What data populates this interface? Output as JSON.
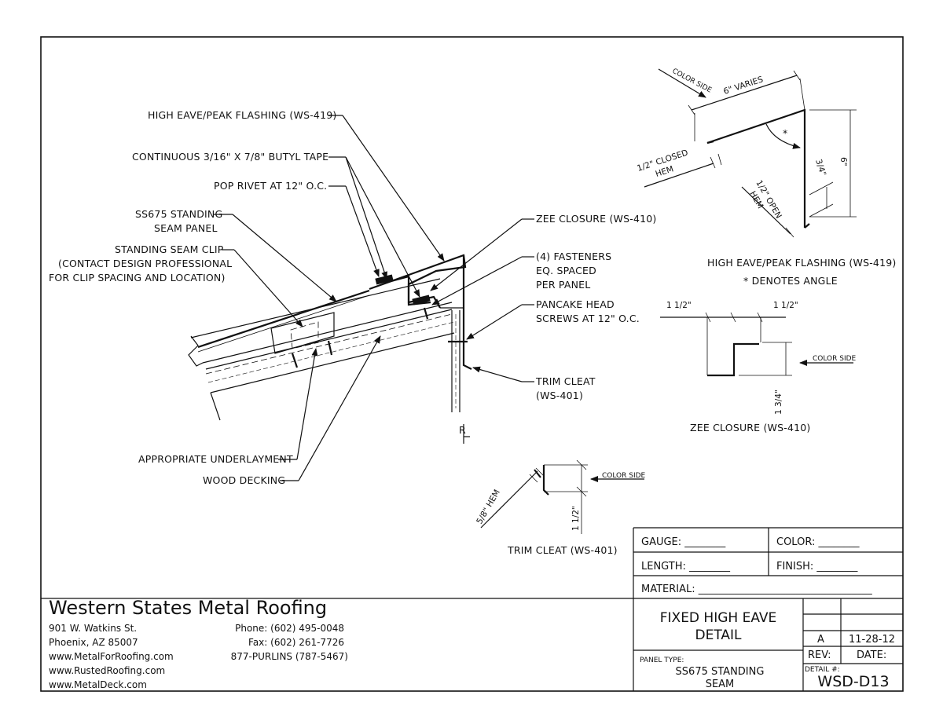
{
  "company": {
    "name": "Western States Metal Roofing",
    "address1": "901 W. Watkins St.",
    "address2": "Phoenix, AZ 85007",
    "web1": "www.MetalForRoofing.com",
    "web2": "www.RustedRoofing.com",
    "web3": "www.MetalDeck.com",
    "phone": "Phone: (602) 495-0048",
    "fax": "Fax: (602) 261-7726",
    "tollfree": "877-PURLINS (787-5467)"
  },
  "title_block": {
    "gauge": "GAUGE: ________",
    "color": "COLOR: ________",
    "length": "LENGTH: ________",
    "finish": "FINISH: ________",
    "material": "MATERIAL: __________________________________",
    "title1": "FIXED HIGH EAVE",
    "title2": "DETAIL",
    "rev_value": "A",
    "date_value": "11-28-12",
    "rev_label": "REV:",
    "date_label": "DATE:",
    "panel_type_label": "PANEL TYPE:",
    "panel_type1": "SS675 STANDING",
    "panel_type2": "SEAM",
    "detail_label": "DETAIL #:",
    "detail_value": "WSD-D13"
  },
  "callouts": {
    "flashing": "HIGH EAVE/PEAK FLASHING (WS-419)",
    "butyl": "CONTINUOUS 3/16\" X 7/8\" BUTYL TAPE",
    "rivet": "POP RIVET AT 12\" O.C.",
    "panel1": "SS675 STANDING",
    "panel2": "SEAM PANEL",
    "clip1": "STANDING SEAM CLIP",
    "clip2": "(CONTACT DESIGN PROFESSIONAL",
    "clip3": "FOR CLIP SPACING AND LOCATION)",
    "zee": "ZEE CLOSURE (WS-410)",
    "fast1": "(4) FASTENERS",
    "fast2": "EQ. SPACED",
    "fast3": "PER PANEL",
    "screw1": "PANCAKE HEAD",
    "screw2": "SCREWS AT 12\" O.C.",
    "cleat1": "TRIM CLEAT",
    "cleat2": "(WS-401)",
    "underlayment": "APPROPRIATE UNDERLAYMENT",
    "decking": "WOOD DECKING",
    "centerline": "R"
  },
  "detail_flashing": {
    "color_side": "COLOR SIDE",
    "width": "6\" VARIES",
    "closed1": "1/2\" CLOSED",
    "closed2": "HEM",
    "open1": "1/2\" OPEN",
    "open2": "HEM",
    "leg": "6\"",
    "hem": "3/4\"",
    "angle_mark": "*",
    "caption": "HIGH EAVE/PEAK FLASHING (WS-419)",
    "note": "* DENOTES ANGLE"
  },
  "detail_zee": {
    "dim_left": "1 1/2\"",
    "dim_right": "1 1/2\"",
    "color_side": "COLOR SIDE",
    "height": "1 3/4\"",
    "caption": "ZEE CLOSURE (WS-410)"
  },
  "detail_cleat": {
    "color_side": "COLOR SIDE",
    "hem": "5/8\" HEM",
    "height": "1 1/2\"",
    "caption": "TRIM CLEAT (WS-401)"
  }
}
